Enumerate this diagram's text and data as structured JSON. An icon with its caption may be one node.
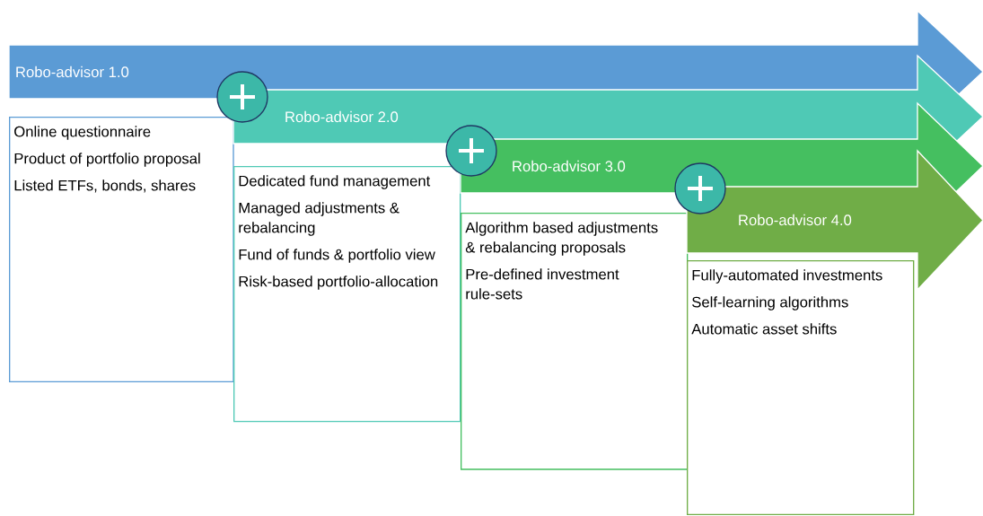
{
  "diagram": {
    "nodes": [
      {
        "text": [
          "Robo-advisor 1.0"
        ]
      },
      {
        "text": [
          "Robo-advisor 2.0"
        ]
      },
      {
        "text": [
          "Robo-advisor 3.0"
        ]
      },
      {
        "text": [
          "Robo-advisor 4.0"
        ]
      },
      {
        "text": [
          "Online questionnaire",
          "Product of portfolio proposal",
          "Listed ETFs, bonds, shares"
        ]
      },
      {
        "text": [
          "Dedicated fund management",
          "Managed adjustments & rebalancing",
          "Fund of funds & portfolio view",
          "Risk-based portfolio-allocation"
        ]
      },
      {
        "text": [
          "Algorithm based adjustments & rebalancing proposals",
          "Pre-defined investment rule-sets"
        ]
      },
      {
        "text": [
          "Fully-automated investments",
          "Self-learning algorithms",
          "Automatic asset shifts"
        ]
      }
    ]
  }
}
